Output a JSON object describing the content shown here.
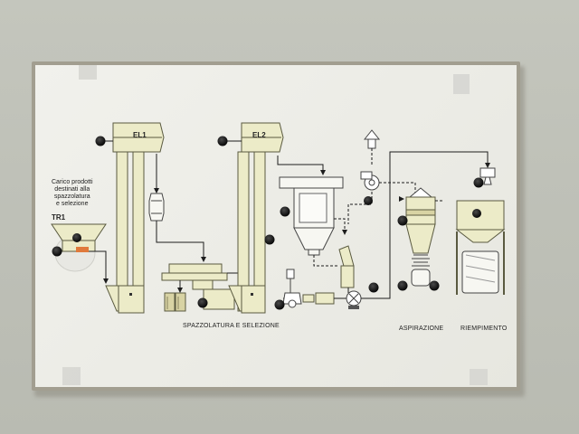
{
  "colors": {
    "wall": "#c1c3ba",
    "panel": "#eeeee8",
    "elevator_fill": "#ecebc8",
    "elevator_stroke": "#5a5a40",
    "flow_line": "#1d1d1d",
    "knob": "#111111",
    "orange_valve": "#e07a3c"
  },
  "diagram": {
    "loading_note": "Carico prodotti\ndestinati alla\nspazzolatura\ne selezione",
    "tr1": "TR1",
    "el1": "EL1",
    "el2": "EL2",
    "spazzolatura": "SPAZZOLATURA E SELEZIONE",
    "aspirazione": "ASPIRAZIONE",
    "riempimento": "RIEMPIMENTO"
  }
}
